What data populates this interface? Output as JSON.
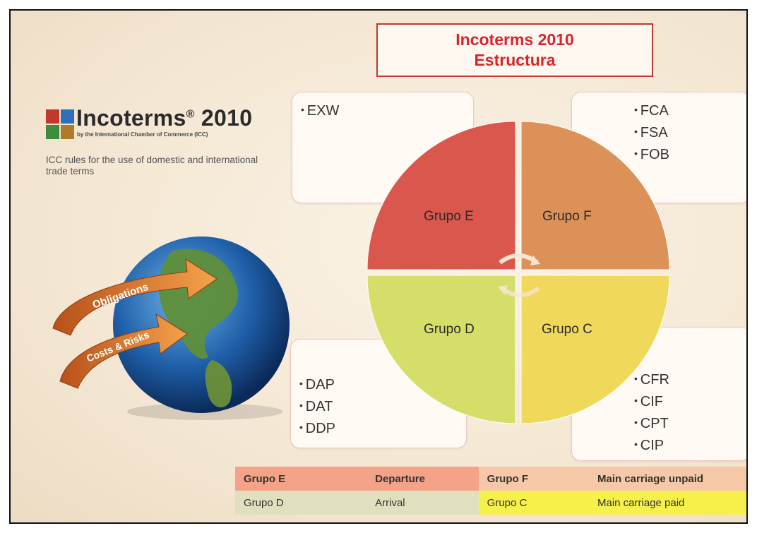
{
  "title": {
    "line1": "Incoterms 2010",
    "line2": "Estructura"
  },
  "brand": {
    "name": "Incoterms",
    "reg": "®",
    "year": " 2010",
    "subtitle": "by the International Chamber of Commerce (ICC)",
    "description": "ICC rules for the use of domestic and international trade terms"
  },
  "globe": {
    "arrow1": "Obligations",
    "arrow2": "Costs & Risks"
  },
  "quadrants": {
    "e": {
      "label": "Grupo E",
      "color": "#d9574c"
    },
    "f": {
      "label": "Grupo F",
      "color": "#dc9158"
    },
    "d": {
      "label": "Grupo D",
      "color": "#d6de6a"
    },
    "c": {
      "label": "Grupo C",
      "color": "#f0d85a"
    }
  },
  "cards": {
    "e": [
      "EXW"
    ],
    "f": [
      "FCA",
      "FSA",
      "FOB"
    ],
    "d": [
      "DAP",
      "DAT",
      "DDP"
    ],
    "c": [
      "CFR",
      "CIF",
      "CPT",
      "CIP"
    ]
  },
  "summary": {
    "row1": [
      "Grupo E",
      "Departure",
      "Grupo F",
      "Main carriage unpaid"
    ],
    "row2": [
      "Grupo D",
      "Arrival",
      "Grupo C",
      "Main carriage paid"
    ],
    "colors": {
      "row1": "#f4a288",
      "row1_right": "#f6c8a8",
      "row2": "#e0e0bf",
      "row2_right": "#f6f04a"
    }
  }
}
